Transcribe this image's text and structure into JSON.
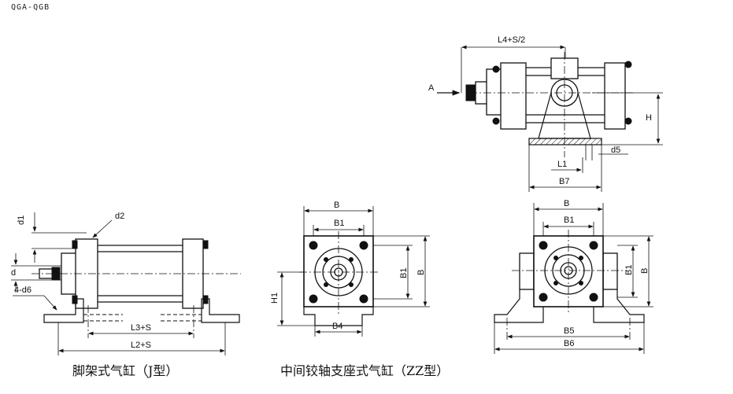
{
  "header": {
    "code": "QGA-QGB"
  },
  "captions": {
    "foot": "脚架式气缸（J型）",
    "trunnion": "中间铰轴支座式气缸（ZZ型）"
  },
  "labels": {
    "L4S2": "L4+S/2",
    "A": "A",
    "H": "H",
    "d5": "d5",
    "L1": "L1",
    "B7": "B7",
    "d1": "d1",
    "d2": "d2",
    "d": "d",
    "d6": "4-d6",
    "L3S": "L3+S",
    "L2S": "L2+S",
    "B": "B",
    "B1": "B1",
    "H1": "H1",
    "B4": "B4",
    "B5": "B5",
    "B6": "B6"
  }
}
